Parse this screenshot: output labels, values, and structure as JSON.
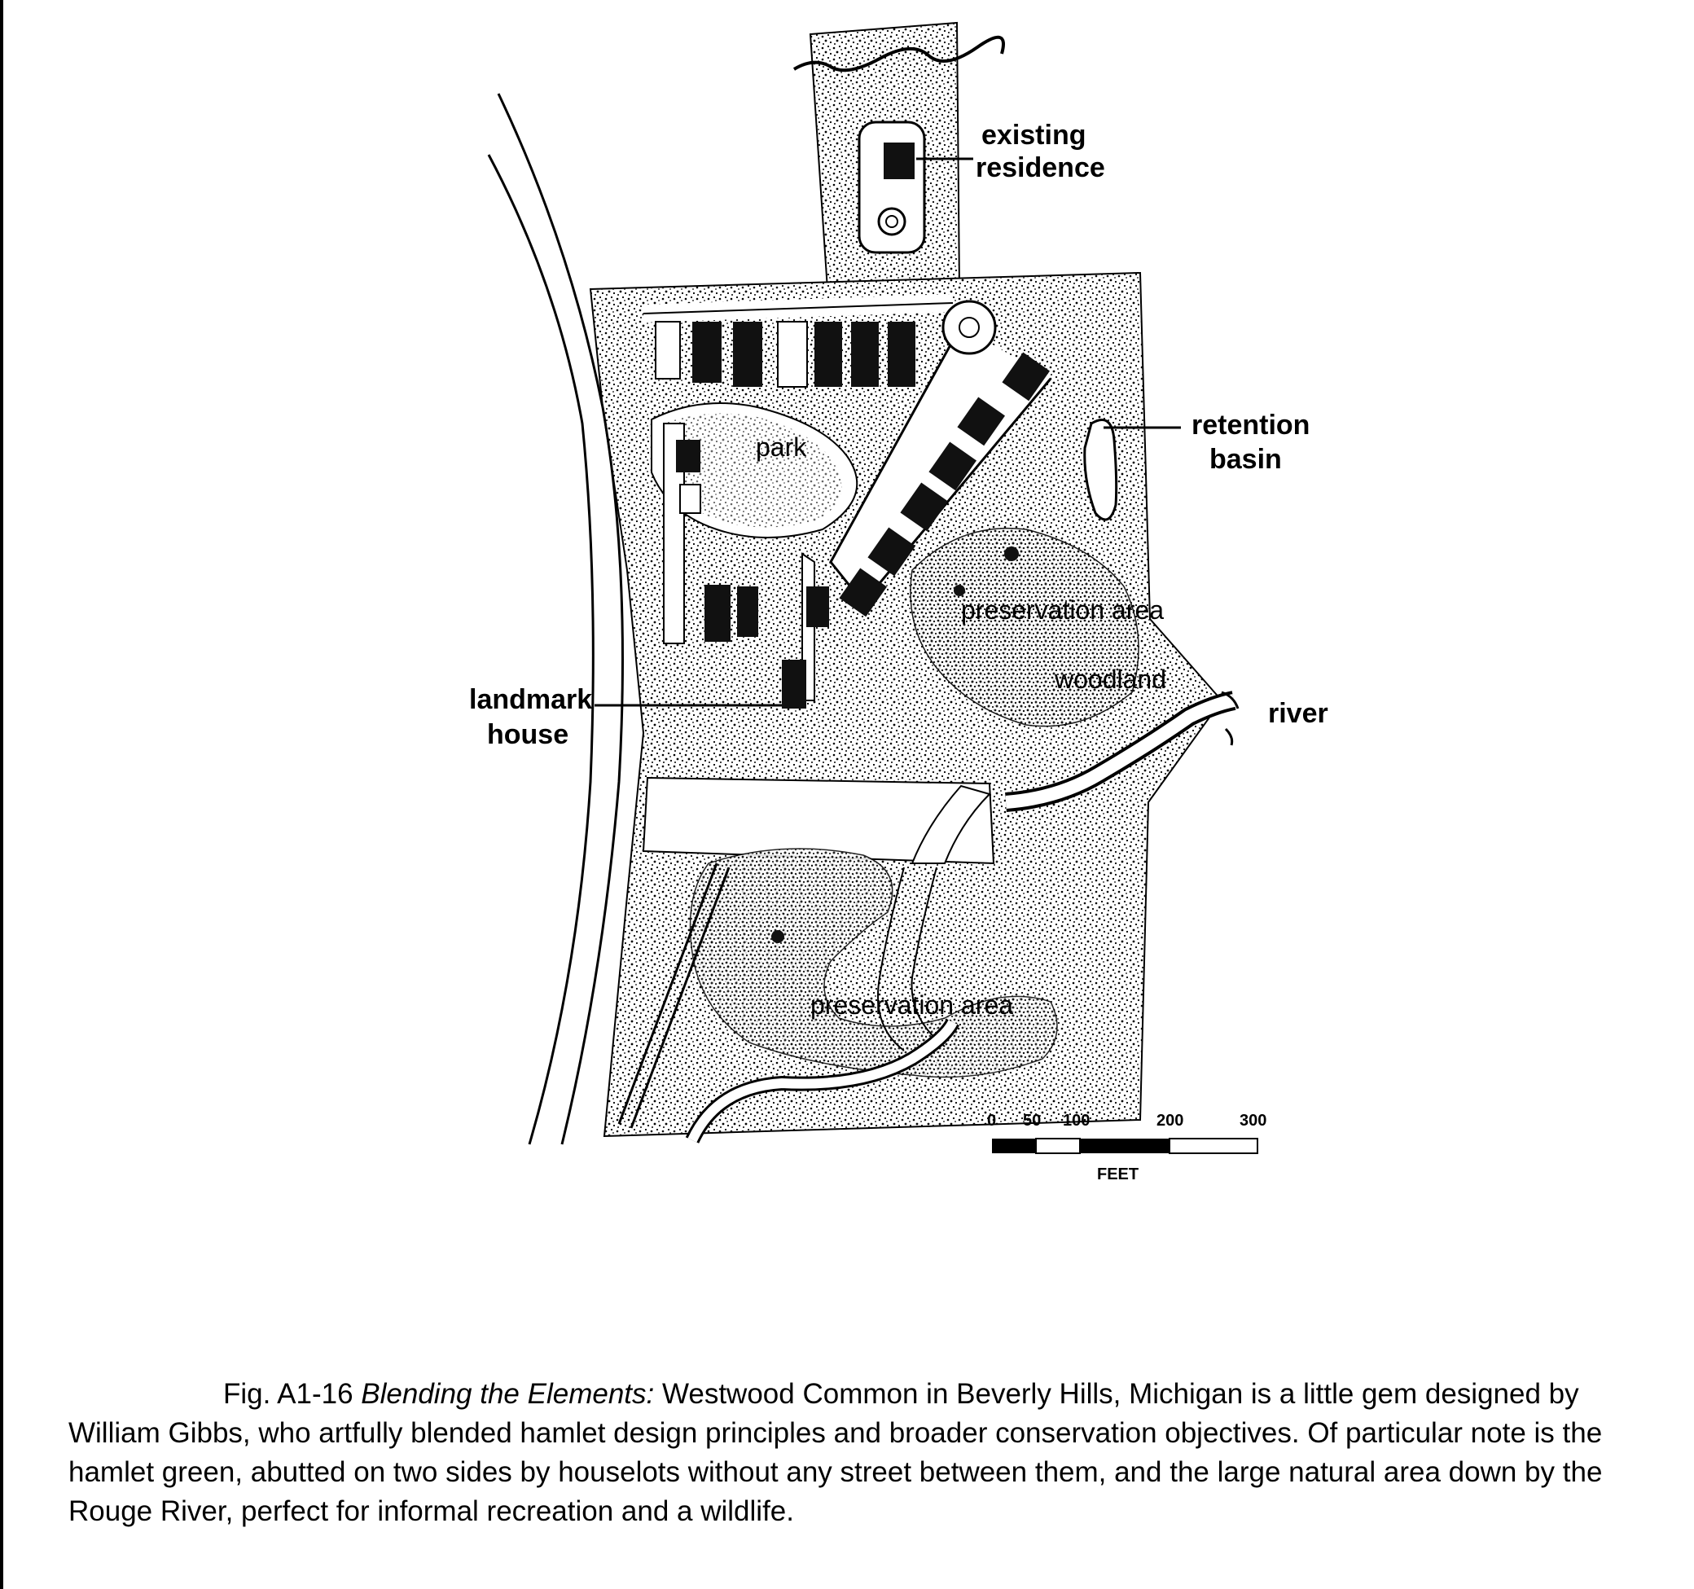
{
  "map": {
    "labels": {
      "existing_residence": [
        "existing",
        "residence"
      ],
      "retention_basin": [
        "retention",
        "basin"
      ],
      "park": "park",
      "preservation_area_north": "preservation area",
      "woodland": "woodland",
      "river": "river",
      "landmark_house": [
        "landmark",
        "house"
      ],
      "preservation_area_south": "preservation area"
    },
    "scale_bar": {
      "ticks": [
        "0",
        "50",
        "100",
        "200",
        "300"
      ],
      "unit": "FEET"
    }
  },
  "caption": {
    "fig_number": "Fig. A1-16",
    "title": "Blending the Elements:",
    "text": "Westwood Common in Beverly Hills, Michigan is a little gem designed by William Gibbs, who artfully blended hamlet design principles and broader conservation objectives. Of particular note is the hamlet green, abutted on two sides by houselots without any street between them, and the large natural area down by the Rouge River, perfect for informal recreation and a wildlife."
  }
}
